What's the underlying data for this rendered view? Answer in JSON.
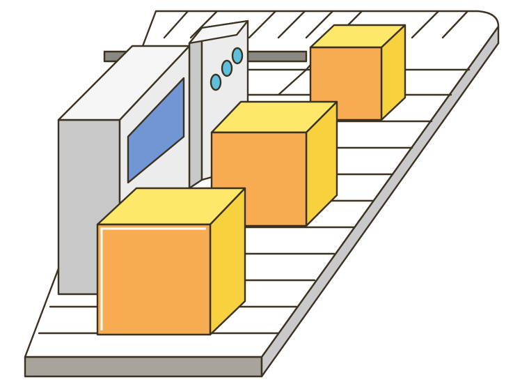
{
  "illustration": {
    "subject": "conveyor-belt-with-boxes",
    "colors": {
      "outline": "#3b3120",
      "belt_surface": "#ffffff",
      "belt_edge": "#c9c9c9",
      "belt_front": "#a8a49c",
      "machine_light": "#ececec",
      "machine_dark": "#c8c8c8",
      "screen": "#7096d4",
      "button": "#5ec0dc",
      "box_front": "#f7ac51",
      "box_top": "#fde86a",
      "box_side": "#f7d23e"
    },
    "boxes_count": 3,
    "machine_buttons_count": 3
  }
}
